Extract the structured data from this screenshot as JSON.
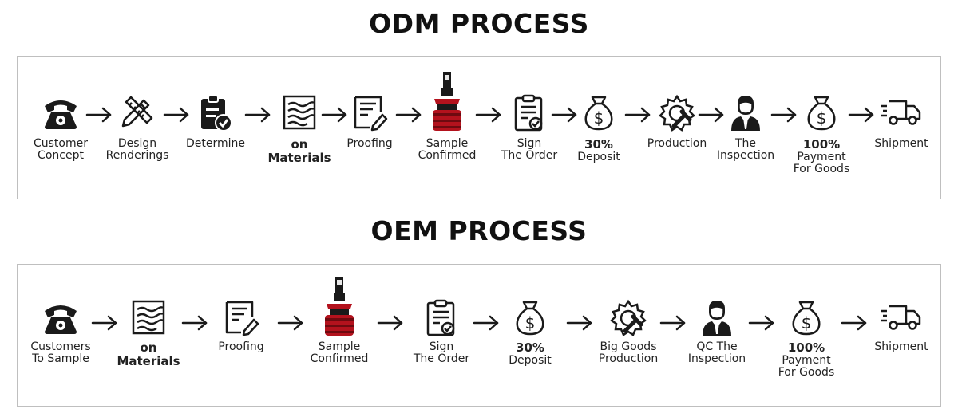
{
  "odm": {
    "title": "ODM PROCESS",
    "steps": [
      {
        "icon": "phone-icon",
        "lines": [
          "Customer",
          "Concept"
        ],
        "bold": [
          false,
          false
        ]
      },
      {
        "icon": "design-tools-icon",
        "lines": [
          "Design",
          "Renderings"
        ],
        "bold": [
          false,
          false
        ]
      },
      {
        "icon": "clipboard-check-icon",
        "lines": [
          "Determine"
        ],
        "bold": [
          false
        ]
      },
      {
        "icon": "materials-icon",
        "lines": [
          "on",
          "Materials"
        ],
        "bold": [
          true,
          true
        ]
      },
      {
        "icon": "proofing-icon",
        "lines": [
          "Proofing"
        ],
        "bold": [
          false
        ]
      },
      {
        "icon": "led-bulb-icon",
        "lines": [
          "Sample",
          "Confirmed"
        ],
        "bold": [
          false,
          false
        ]
      },
      {
        "icon": "order-document-icon",
        "lines": [
          "Sign",
          "The Order"
        ],
        "bold": [
          false,
          false
        ]
      },
      {
        "icon": "money-bag-icon",
        "lines": [
          "30%",
          "Deposit"
        ],
        "bold": [
          true,
          false
        ]
      },
      {
        "icon": "production-gear-icon",
        "lines": [
          "Production"
        ],
        "bold": [
          false
        ]
      },
      {
        "icon": "inspector-icon",
        "lines": [
          "The",
          "Inspection"
        ],
        "bold": [
          false,
          false
        ]
      },
      {
        "icon": "money-bag-icon",
        "lines": [
          "100%",
          "Payment",
          "For Goods"
        ],
        "bold": [
          true,
          false,
          false
        ]
      },
      {
        "icon": "truck-icon",
        "lines": [
          "Shipment"
        ],
        "bold": [
          false
        ]
      }
    ]
  },
  "oem": {
    "title": "OEM PROCESS",
    "steps": [
      {
        "icon": "phone-icon",
        "lines": [
          "Customers",
          "To Sample"
        ],
        "bold": [
          false,
          false
        ]
      },
      {
        "icon": "materials-icon",
        "lines": [
          "on",
          "Materials"
        ],
        "bold": [
          true,
          true
        ]
      },
      {
        "icon": "proofing-icon",
        "lines": [
          "Proofing"
        ],
        "bold": [
          false
        ]
      },
      {
        "icon": "led-bulb-icon",
        "lines": [
          "Sample",
          "Confirmed"
        ],
        "bold": [
          false,
          false
        ]
      },
      {
        "icon": "order-document-icon",
        "lines": [
          "Sign",
          "The Order"
        ],
        "bold": [
          false,
          false
        ]
      },
      {
        "icon": "money-bag-icon",
        "lines": [
          "30%",
          "Deposit"
        ],
        "bold": [
          true,
          false
        ]
      },
      {
        "icon": "production-gear-icon",
        "lines": [
          "Big Goods",
          "Production"
        ],
        "bold": [
          false,
          false
        ]
      },
      {
        "icon": "inspector-icon",
        "lines": [
          "QC The",
          "Inspection"
        ],
        "bold": [
          false,
          false
        ]
      },
      {
        "icon": "money-bag-icon",
        "lines": [
          "100%",
          "Payment",
          "For Goods"
        ],
        "bold": [
          true,
          false,
          false
        ]
      },
      {
        "icon": "truck-icon",
        "lines": [
          "Shipment"
        ],
        "bold": [
          false
        ]
      }
    ]
  },
  "colors": {
    "icon": "#1a1a1a",
    "bulb_red": "#b3121d",
    "box_border": "#bfbfbf"
  }
}
